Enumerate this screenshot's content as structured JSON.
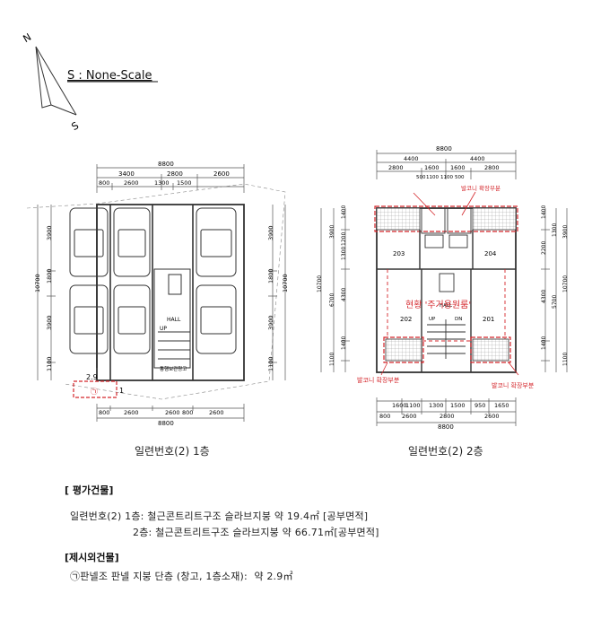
{
  "legend": {
    "north": "N",
    "south": "S",
    "scale_text": "S : None-Scale"
  },
  "plan1": {
    "caption": "일련번호(2) 1층",
    "dims_top": [
      "8800",
      "3400",
      "2800",
      "2600",
      "800",
      "2600",
      "1300",
      "1500"
    ],
    "dims_bottom": [
      "800",
      "2600",
      "2600",
      "800",
      "2600",
      "8800"
    ],
    "dims_left": [
      "3900",
      "1800",
      "3900",
      "1100",
      "10700"
    ],
    "dims_right": [
      "3900",
      "1800",
      "3900",
      "1100",
      "10700"
    ],
    "labels": {
      "hall": "HALL",
      "up": "UP",
      "storage": "통행보관창고",
      "area": "2.9",
      "marker": "㉠",
      "marker_num": "1"
    }
  },
  "plan2": {
    "caption": "일련번호(2) 2층",
    "dims_top": [
      "8800",
      "4400",
      "4400",
      "2800",
      "1600",
      "1600",
      "2800",
      "500",
      "1100",
      "1100",
      "500",
      "발코니 확장부분"
    ],
    "dims_bottom": [
      "1600",
      "1100",
      "1300",
      "1500",
      "950",
      "1650",
      "800",
      "2600",
      "2800",
      "2600",
      "8800"
    ],
    "dims_left": [
      "1400",
      "3900",
      "1200",
      "1300",
      "6700",
      "4300",
      "1400",
      "1100",
      "10700"
    ],
    "dims_right": [
      "1400",
      "1300",
      "2200",
      "3900",
      "4300",
      "5700",
      "10700",
      "1400",
      "1100"
    ],
    "rooms": [
      "203",
      "204",
      "202",
      "201"
    ],
    "labels": {
      "hall": "HALL",
      "up": "UP",
      "dn": "DN",
      "current": "현황 '주거용원룸'",
      "balcony_left": "발코니 확장부분",
      "balcony_right": "발코니 확장부분"
    }
  },
  "eval": {
    "title": "[ 평가건물]",
    "line1": "일련번호(2) 1층: 철근콘트리트구조 슬라브지붕 약 19.4㎡ [공부면적]",
    "line2": "2층: 철근콘트리트구조 슬라브지붕 약 66.71㎡[공부면적]"
  },
  "extra": {
    "title": "[제시외건물]",
    "line1": "㉠판넬조 판넬 지붕 단층 (창고, 1층소재):  약 2.9㎡"
  },
  "colors": {
    "red": "#d4262b",
    "line": "#333333",
    "hatch": "#777777"
  }
}
